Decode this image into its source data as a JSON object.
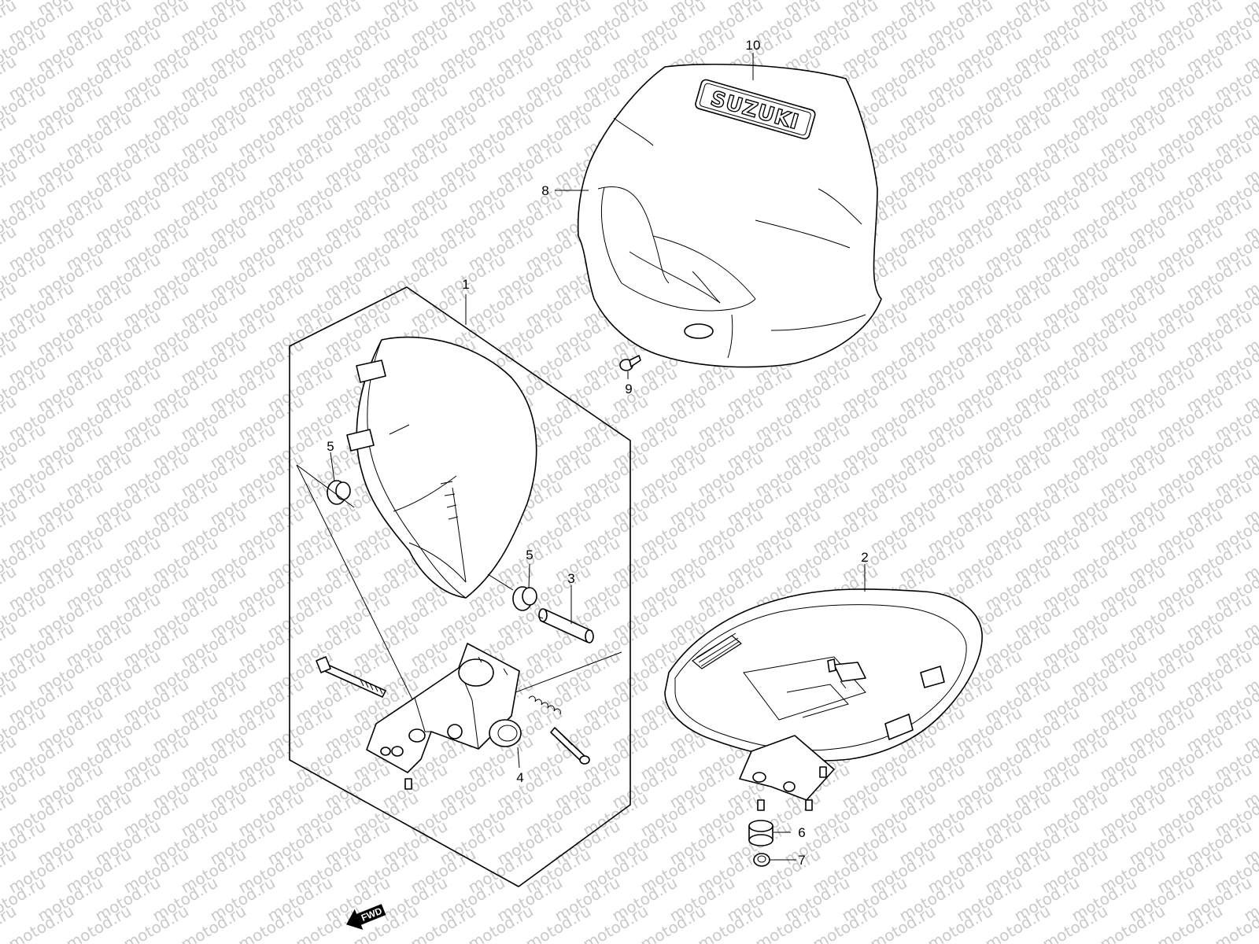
{
  "diagram": {
    "watermark_text": "motod.ru",
    "brand_text": "SUZUKI",
    "fwd_text": "FWD",
    "callouts": {
      "c1": "1",
      "c2": "2",
      "c3": "3",
      "c4": "4",
      "c5a": "5",
      "c5b": "5",
      "c6": "6",
      "c7": "7",
      "c8": "8",
      "c9": "9",
      "c10": "10"
    }
  }
}
